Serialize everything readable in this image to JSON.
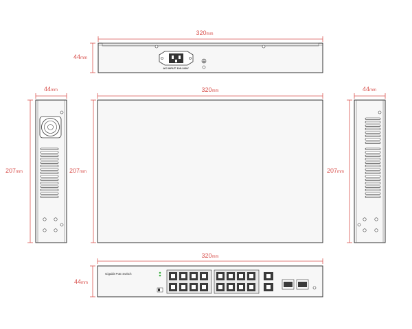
{
  "colors": {
    "dimension": "#d9534f",
    "outline": "#333333",
    "device_fill": "#f4f4f4",
    "port_fill": "#3a3a3a",
    "led_green": "#3cb043"
  },
  "rear_view": {
    "width_value": "320",
    "width_unit": "mm",
    "height_value": "44",
    "height_unit": "mm",
    "power_label": "AC INPUT 100-240V"
  },
  "side_left": {
    "width_value": "44",
    "width_unit": "mm",
    "height_value": "207",
    "height_unit": "mm"
  },
  "top_view": {
    "width_value": "320",
    "width_unit": "mm",
    "height_value": "207",
    "height_unit": "mm"
  },
  "side_right": {
    "width_value": "44",
    "width_unit": "mm",
    "height_value": "207",
    "height_unit": "mm"
  },
  "front_view": {
    "width_value": "320",
    "width_unit": "mm",
    "height_value": "44",
    "height_unit": "mm",
    "product_name": "Gigabit PoE Switch"
  }
}
